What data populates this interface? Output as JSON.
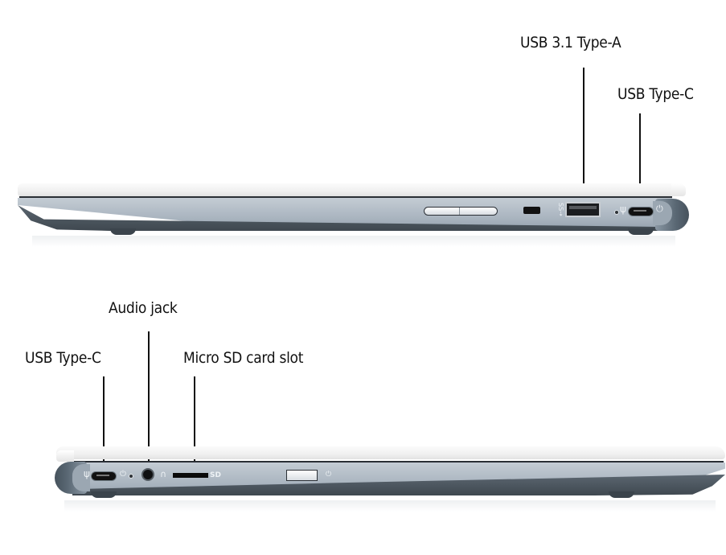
{
  "top_view": {
    "side": "right",
    "callouts": [
      {
        "id": "usb-a",
        "label": "USB 3.1 Type-A"
      },
      {
        "id": "usb-c-right",
        "label": "USB Type-C"
      }
    ],
    "features": [
      "volume-rocker",
      "security-lock-slot",
      "superspeed-usb-icon",
      "usb-a-port",
      "charging-led",
      "usb-icon",
      "usb-c-port",
      "power-plug-icon"
    ]
  },
  "bottom_view": {
    "side": "left",
    "callouts": [
      {
        "id": "usb-c-left",
        "label": "USB Type-C"
      },
      {
        "id": "audio-jack",
        "label": "Audio jack"
      },
      {
        "id": "microsd",
        "label": "Micro SD card slot"
      }
    ],
    "features": [
      "usb-icon",
      "usb-c-port",
      "charging-led",
      "audio-jack",
      "headset-icon",
      "microsd-slot",
      "sd-label",
      "power-button",
      "power-icon"
    ],
    "sd_text": "SD"
  },
  "colors": {
    "lid": "#f4f4f4",
    "metal": "#b3bdc7",
    "dark_base": "#4a545d",
    "hinge": "#5f6d79",
    "label_text": "#111111"
  }
}
